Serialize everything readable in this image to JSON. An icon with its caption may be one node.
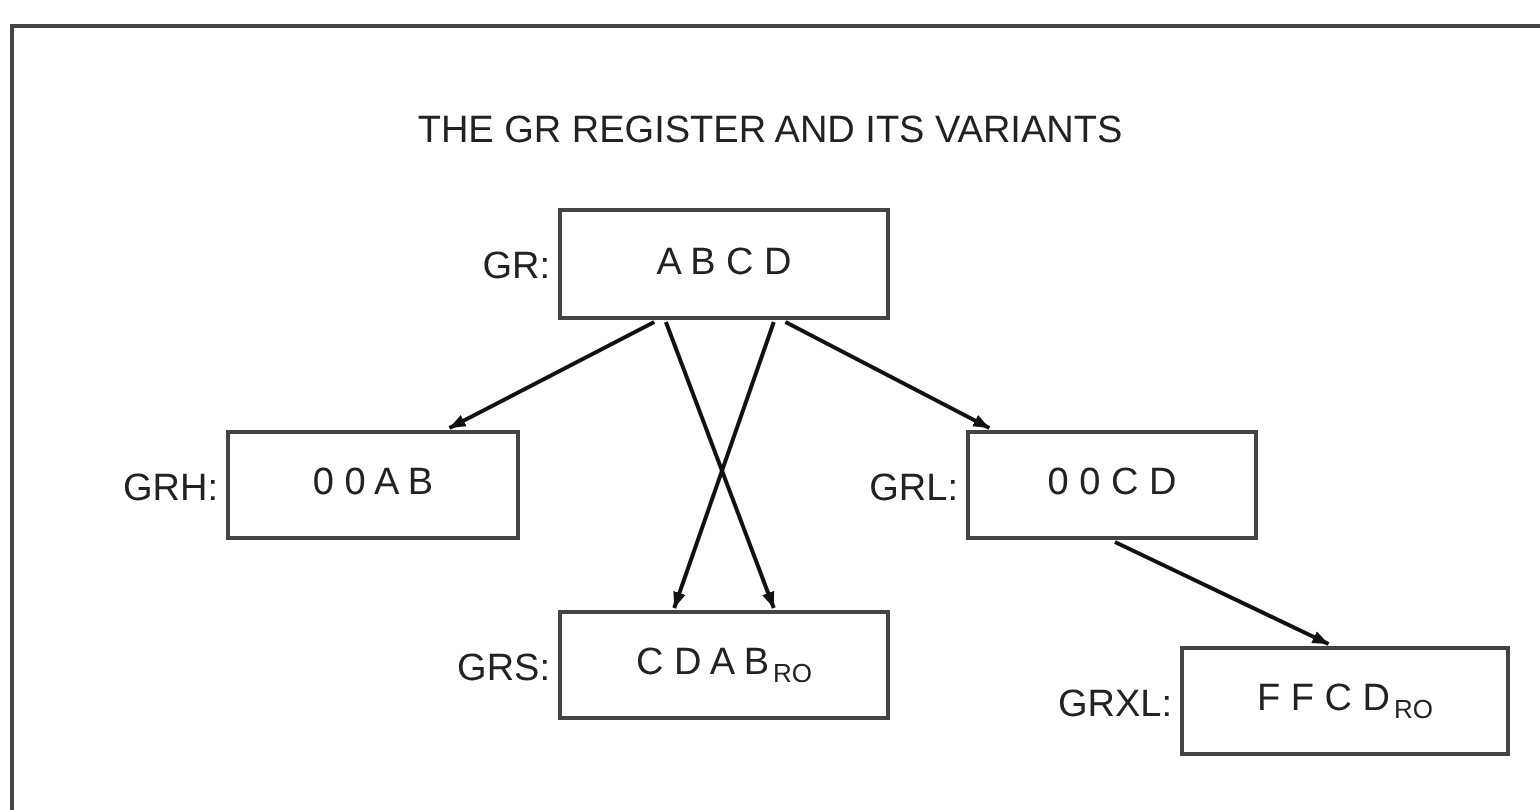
{
  "diagram": {
    "title": "THE GR REGISTER AND ITS VARIANTS",
    "nodes": [
      {
        "text": [
          "A B C D"
        ],
        "beside": [
          "GR:"
        ]
      },
      {
        "text": [
          "0 0 A B"
        ],
        "beside": [
          "GRH:"
        ]
      },
      {
        "text": [
          "0 0 C D"
        ],
        "beside": [
          "GRL:"
        ]
      },
      {
        "text": [
          "C D A B$_{RO}$"
        ],
        "beside": [
          "GRS:"
        ]
      },
      {
        "text": [
          "F F C D$_{RO}$"
        ],
        "beside": [
          "GRXL:"
        ]
      }
    ],
    "edges": [
      {
        "from": 0,
        "to": 1,
        "arrow": "to"
      },
      {
        "from": 0,
        "to": 3,
        "arrow": "to"
      },
      {
        "from": 0,
        "to": 3,
        "arrow": "to"
      },
      {
        "from": 0,
        "to": 2,
        "arrow": "to"
      },
      {
        "from": 2,
        "to": 4,
        "arrow": "to"
      }
    ]
  }
}
